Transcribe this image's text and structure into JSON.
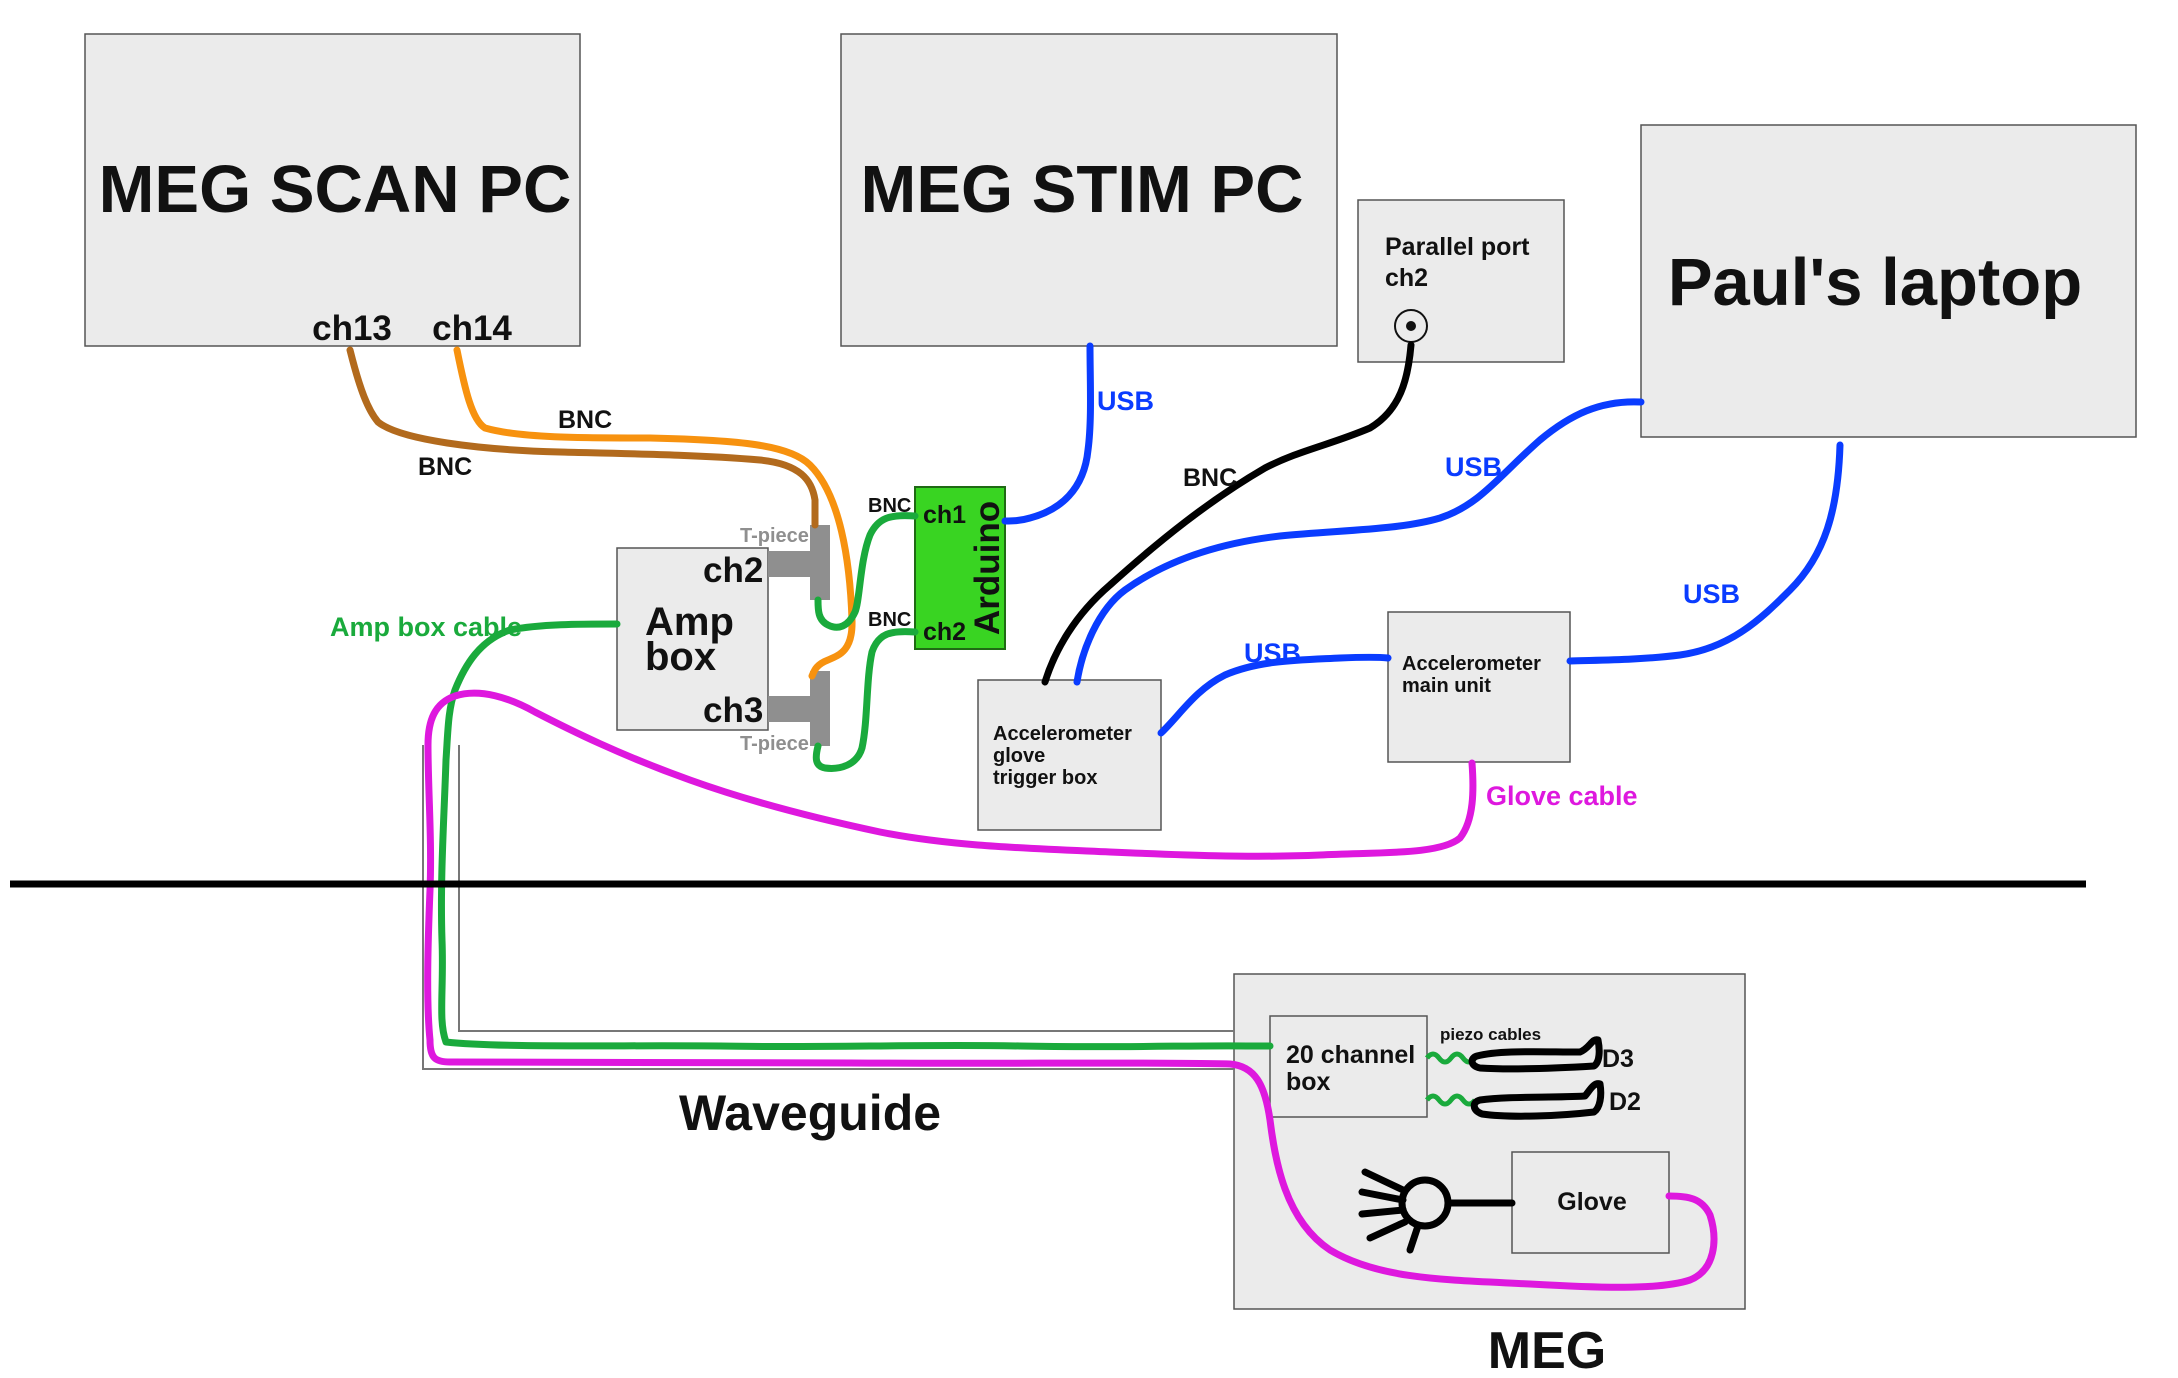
{
  "colors": {
    "usb": "#0a3cff",
    "bnc_black": "#000000",
    "bnc_orange": "#f7920f",
    "bnc_brown": "#b26a1d",
    "green": "#1aaa3c",
    "magenta": "#de18de",
    "arduino": "#39d422",
    "box_fill": "#ebebeb",
    "tpiece": "#8f8f8f"
  },
  "boxes": {
    "meg_scan_pc": "MEG SCAN PC",
    "ch13": "ch13",
    "ch14": "ch14",
    "meg_stim_pc": "MEG STIM PC",
    "parallel_port_line1": "Parallel port",
    "parallel_port_line2": "ch2",
    "pauls_laptop": "Paul's laptop",
    "amp_box_line1": "Amp",
    "amp_box_line2": "box",
    "amp_ch2": "ch2",
    "amp_ch3": "ch3",
    "arduino": "Arduino",
    "arduino_ch1": "ch1",
    "arduino_ch2": "ch2",
    "trigger_box_line1": "Accelerometer",
    "trigger_box_line2": "glove",
    "trigger_box_line3": "trigger box",
    "main_unit_line1": "Accelerometer",
    "main_unit_line2": "main unit",
    "twenty_channel_line1": "20 channel",
    "twenty_channel_line2": "box",
    "glove": "Glove",
    "d3": "D3",
    "d2": "D2"
  },
  "labels": {
    "bnc_orange": "BNC",
    "bnc_brown": "BNC",
    "bnc_arduino_1": "BNC",
    "bnc_arduino_2": "BNC",
    "bnc_black": "BNC",
    "usb_stim": "USB",
    "usb_trigger": "USB",
    "usb_main": "USB",
    "usb_laptop": "USB",
    "t_piece_top": "T-piece",
    "t_piece_bottom": "T-piece",
    "amp_box_cable": "Amp box cable",
    "glove_cable": "Glove cable",
    "piezo_cables": "piezo cables",
    "waveguide": "Waveguide",
    "meg": "MEG"
  }
}
